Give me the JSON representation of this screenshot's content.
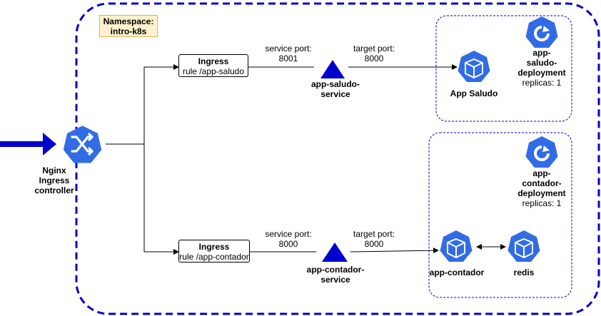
{
  "namespace": {
    "line1": "Namespace:",
    "line2": "intro-k8s"
  },
  "controller": {
    "line1": "Nginx",
    "line2": "Ingress",
    "line3": "controller"
  },
  "ingress_saludo": {
    "title": "Ingress",
    "rule": "rule /app-saludo"
  },
  "ingress_contador": {
    "title": "Ingress",
    "rule": "rule /app-contador"
  },
  "service_saludo": {
    "name_line1": "app-saludo-",
    "name_line2": "service",
    "service_port_label": "service port:",
    "service_port": "8001",
    "target_port_label": "target port:",
    "target_port": "8000"
  },
  "service_contador": {
    "name_line1": "app-contador-",
    "name_line2": "service",
    "service_port_label": "service port:",
    "service_port": "8000",
    "target_port_label": "target port:",
    "target_port": "8000"
  },
  "deployment_saludo": {
    "line1": "app-",
    "line2": "saludo-",
    "line3": "deployment",
    "replicas": "replicas: 1",
    "pod_label": "App Saludo"
  },
  "deployment_contador": {
    "line1": "app-",
    "line2": "contador-",
    "line3": "deployment",
    "replicas": "replicas: 1",
    "pod_label": "app-contador",
    "redis_label": "redis"
  },
  "colors": {
    "k8s_blue": "#326ce5",
    "arrow_blue": "#0000cc",
    "namespace_border": "#0000cc"
  },
  "icons": {
    "controller": "shuffle-icon",
    "pod": "cube-icon",
    "deployment": "refresh-icon",
    "service": "triangle-icon"
  }
}
